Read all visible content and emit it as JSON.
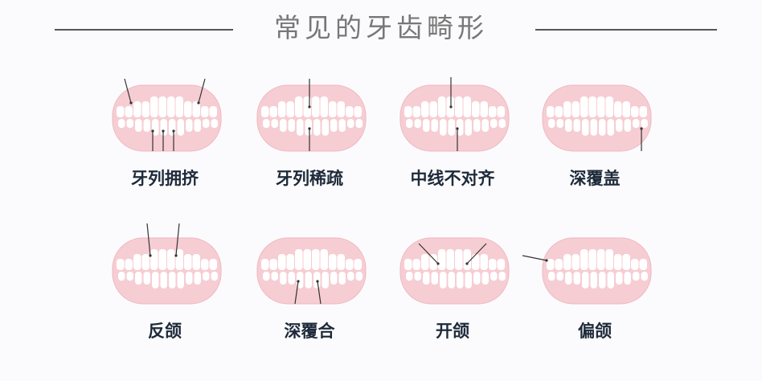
{
  "title": "常见的牙齿畸形",
  "items": [
    {
      "label": "牙列拥挤",
      "arrows": "crowded"
    },
    {
      "label": "牙列稀疏",
      "arrows": "spacing"
    },
    {
      "label": "中线不对齐",
      "arrows": "midline"
    },
    {
      "label": "深覆盖",
      "arrows": "overjet"
    },
    {
      "label": "反颌",
      "arrows": "crossbite"
    },
    {
      "label": "深覆合",
      "arrows": "deepbite"
    },
    {
      "label": "开颌",
      "arrows": "openbite"
    },
    {
      "label": "偏颌",
      "arrows": "offset"
    }
  ],
  "colors": {
    "gum": "#f6cdd3",
    "gum_edge": "#efb8c0",
    "tooth": "#ffffff",
    "arrow": "#333333",
    "label": "#1e2a3a"
  }
}
